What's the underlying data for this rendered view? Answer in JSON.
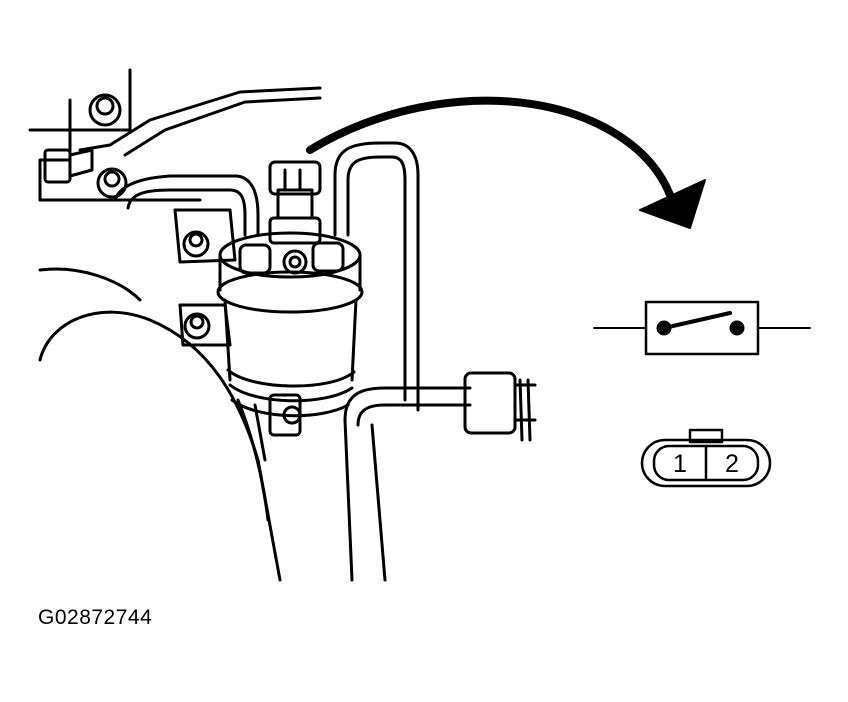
{
  "figure": {
    "id_label": "G02872744"
  },
  "connector": {
    "pins": [
      "1",
      "2"
    ]
  },
  "colors": {
    "line": "#000000",
    "background": "#ffffff"
  },
  "icons": {
    "switch_symbol": "normally-closed-switch-icon",
    "arrow": "curved-arrow-icon",
    "component": "pressure-switch-on-receiver-drier"
  }
}
